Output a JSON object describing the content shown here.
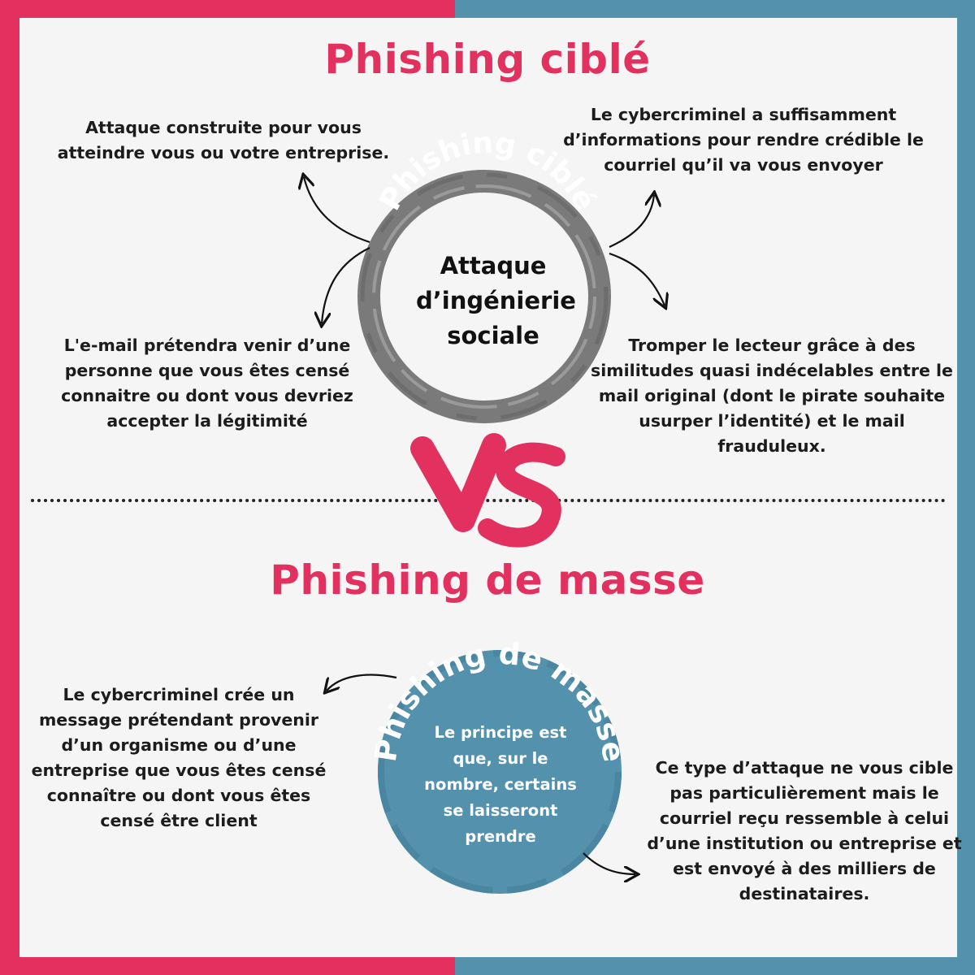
{
  "colors": {
    "pink": "#e2305f",
    "blue": "#5491ad",
    "grey": "#7a7a7a",
    "background": "#f5f5f5"
  },
  "targeted": {
    "title": "Phishing ciblé",
    "circle_label": "Phishing ciblé",
    "circle_center": "Attaque d’ingénierie sociale",
    "point_top_left": "Attaque construite pour vous atteindre vous ou votre entreprise.",
    "point_top_right": "Le cybercriminel a suffisamment d’informations pour rendre crédible le courriel qu’il va vous envoyer",
    "point_bottom_left": "L'e-mail prétendra venir d’une personne que vous êtes censé connaitre ou dont vous devriez accepter la légitimité",
    "point_bottom_right": "Tromper le lecteur grâce à des similitudes quasi indécelables entre le mail original (dont le pirate souhaite usurper l’identité) et le mail frauduleux."
  },
  "versus": "VS",
  "mass": {
    "title": "Phishing de masse",
    "circle_label": "Phishing de masse",
    "circle_center": "Le principe est que, sur le nombre, certains se laisseront prendre",
    "point_left": "Le cybercriminel crée un message prétendant provenir d’un organisme ou d’une entreprise que vous êtes censé connaître ou dont vous êtes censé être client",
    "point_right": "Ce type d’attaque ne vous cible pas particulièrement mais le courriel reçu ressemble à celui d’une institution ou entreprise et est envoyé à des milliers de destinataires."
  }
}
